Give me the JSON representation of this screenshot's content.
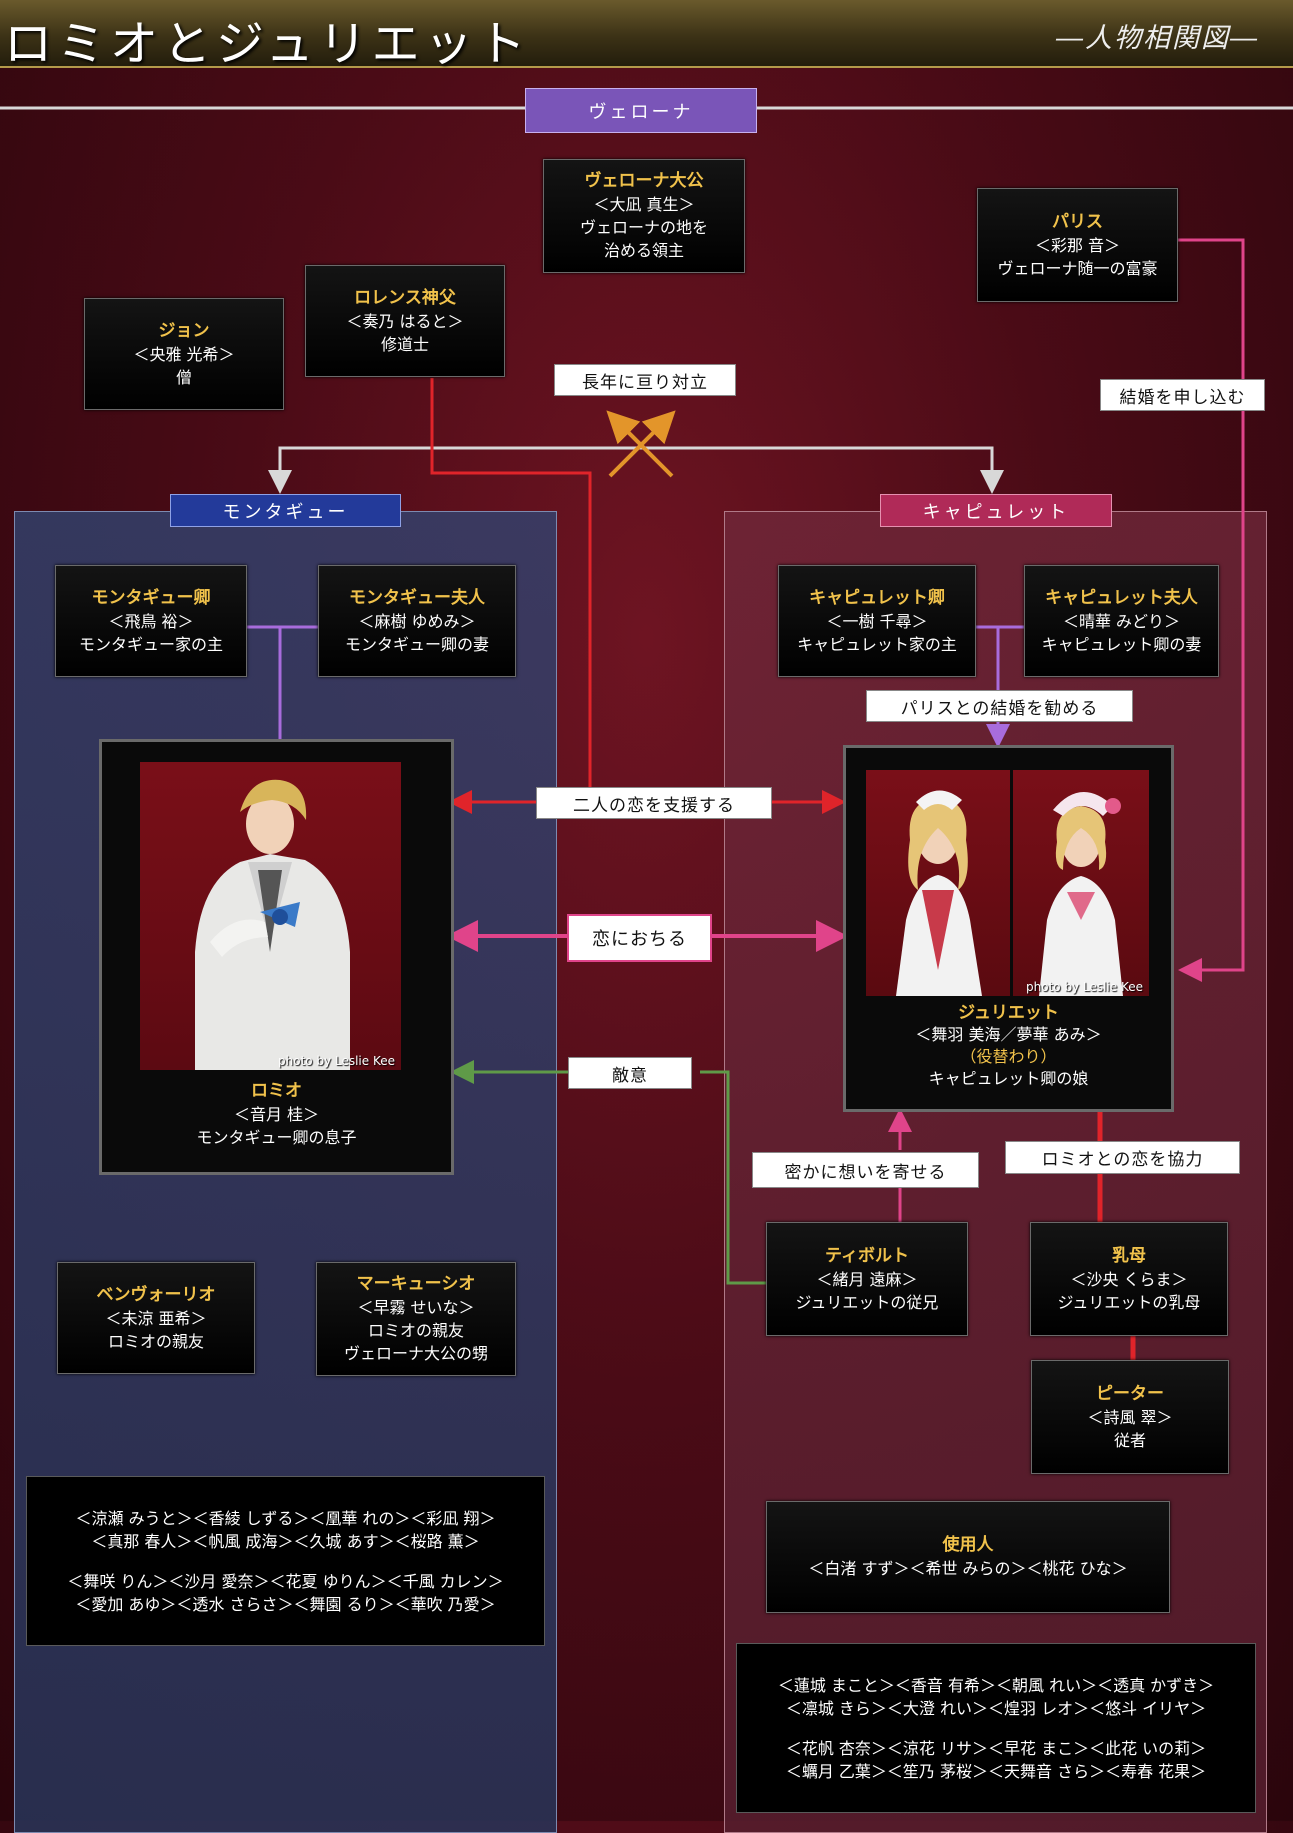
{
  "header": {
    "title": "ロミオとジュリエット",
    "subtitle": "―人物相関図―"
  },
  "groups": {
    "verona": "ヴェローナ",
    "montague": "モンタギュー",
    "capulet": "キャピュレット"
  },
  "characters": {
    "prince": {
      "name": "ヴェローナ大公",
      "actor": "＜大凪 真生＞",
      "desc": "ヴェローナの地を",
      "desc2": "治める領主"
    },
    "paris": {
      "name": "パリス",
      "actor": "＜彩那 音＞",
      "desc": "ヴェローナ随一の富豪"
    },
    "lawrence": {
      "name": "ロレンス神父",
      "actor": "＜奏乃 はると＞",
      "desc": "修道士"
    },
    "john": {
      "name": "ジョン",
      "actor": "＜央雅 光希＞",
      "desc": "僧"
    },
    "lord_montague": {
      "name": "モンタギュー卿",
      "actor": "＜飛鳥 裕＞",
      "desc": "モンタギュー家の主"
    },
    "lady_montague": {
      "name": "モンタギュー夫人",
      "actor": "＜麻樹 ゆめみ＞",
      "desc": "モンタギュー卿の妻"
    },
    "lord_capulet": {
      "name": "キャピュレット卿",
      "actor": "＜一樹 千尋＞",
      "desc": "キャピュレット家の主"
    },
    "lady_capulet": {
      "name": "キャピュレット夫人",
      "actor": "＜晴華 みどり＞",
      "desc": "キャピュレット卿の妻"
    },
    "romeo": {
      "name": "ロミオ",
      "actor": "＜音月 桂＞",
      "desc": "モンタギュー卿の息子"
    },
    "juliet": {
      "name": "ジュリエット",
      "actor": "＜舞羽 美海／夢華 あみ＞",
      "extra": "（役替わり）",
      "desc": "キャピュレット卿の娘"
    },
    "benvolio": {
      "name": "ベンヴォーリオ",
      "actor": "＜未涼 亜希＞",
      "desc": "ロミオの親友"
    },
    "mercutio": {
      "name": "マーキューシオ",
      "actor": "＜早霧 せいな＞",
      "desc": "ロミオの親友",
      "desc2": "ヴェローナ大公の甥"
    },
    "tybalt": {
      "name": "ティボルト",
      "actor": "＜緒月 遠麻＞",
      "desc": "ジュリエットの従兄"
    },
    "nurse": {
      "name": "乳母",
      "actor": "＜沙央 くらま＞",
      "desc": "ジュリエットの乳母"
    },
    "peter": {
      "name": "ピーター",
      "actor": "＜詩風 翠＞",
      "desc": "従者"
    },
    "servants": {
      "name": "使用人",
      "actor": "＜白渚 すず＞＜希世 みらの＞＜桃花 ひな＞"
    }
  },
  "relations": {
    "feud": "長年に亘り対立",
    "propose": "結婚を申し込む",
    "urge": "パリスとの結婚を勧める",
    "support": "二人の恋を支援する",
    "love": "恋におちる",
    "hostility": "敵意",
    "secret": "密かに想いを寄せる",
    "cooperate": "ロミオとの恋を協力"
  },
  "photo_credit": "photo by Leslie Kee",
  "ensembles": {
    "montague": [
      "＜涼瀬 みうと＞＜香綾 しずる＞＜凰華 れの＞＜彩凪 翔＞",
      "＜真那 春人＞＜帆風 成海＞＜久城 あす＞＜桜路 薫＞",
      "＜舞咲 りん＞＜沙月 愛奈＞＜花夏 ゆりん＞＜千風 カレン＞",
      "＜愛加 あゆ＞＜透水 さらさ＞＜舞園 るり＞＜華吹 乃愛＞"
    ],
    "capulet": [
      "＜蓮城 まこと＞＜香音 有希＞＜朝風 れい＞＜透真 かずき＞",
      "＜凛城 きら＞＜大澄 れい＞＜煌羽 レオ＞＜悠斗 イリヤ＞",
      "＜花帆 杏奈＞＜涼花 リサ＞＜早花 まこ＞＜此花 いの莉＞",
      "＜蠣月 乙葉＞＜笙乃 茅桜＞＜天舞音 さら＞＜寿春 花果＞"
    ]
  },
  "colors": {
    "feud": "#e3952a",
    "red": "#e0242a",
    "pink": "#e0448a",
    "lavender": "#a86cdc",
    "green": "#5f9a48",
    "gray": "#d8d8d8",
    "gold": "#f1c24b"
  }
}
